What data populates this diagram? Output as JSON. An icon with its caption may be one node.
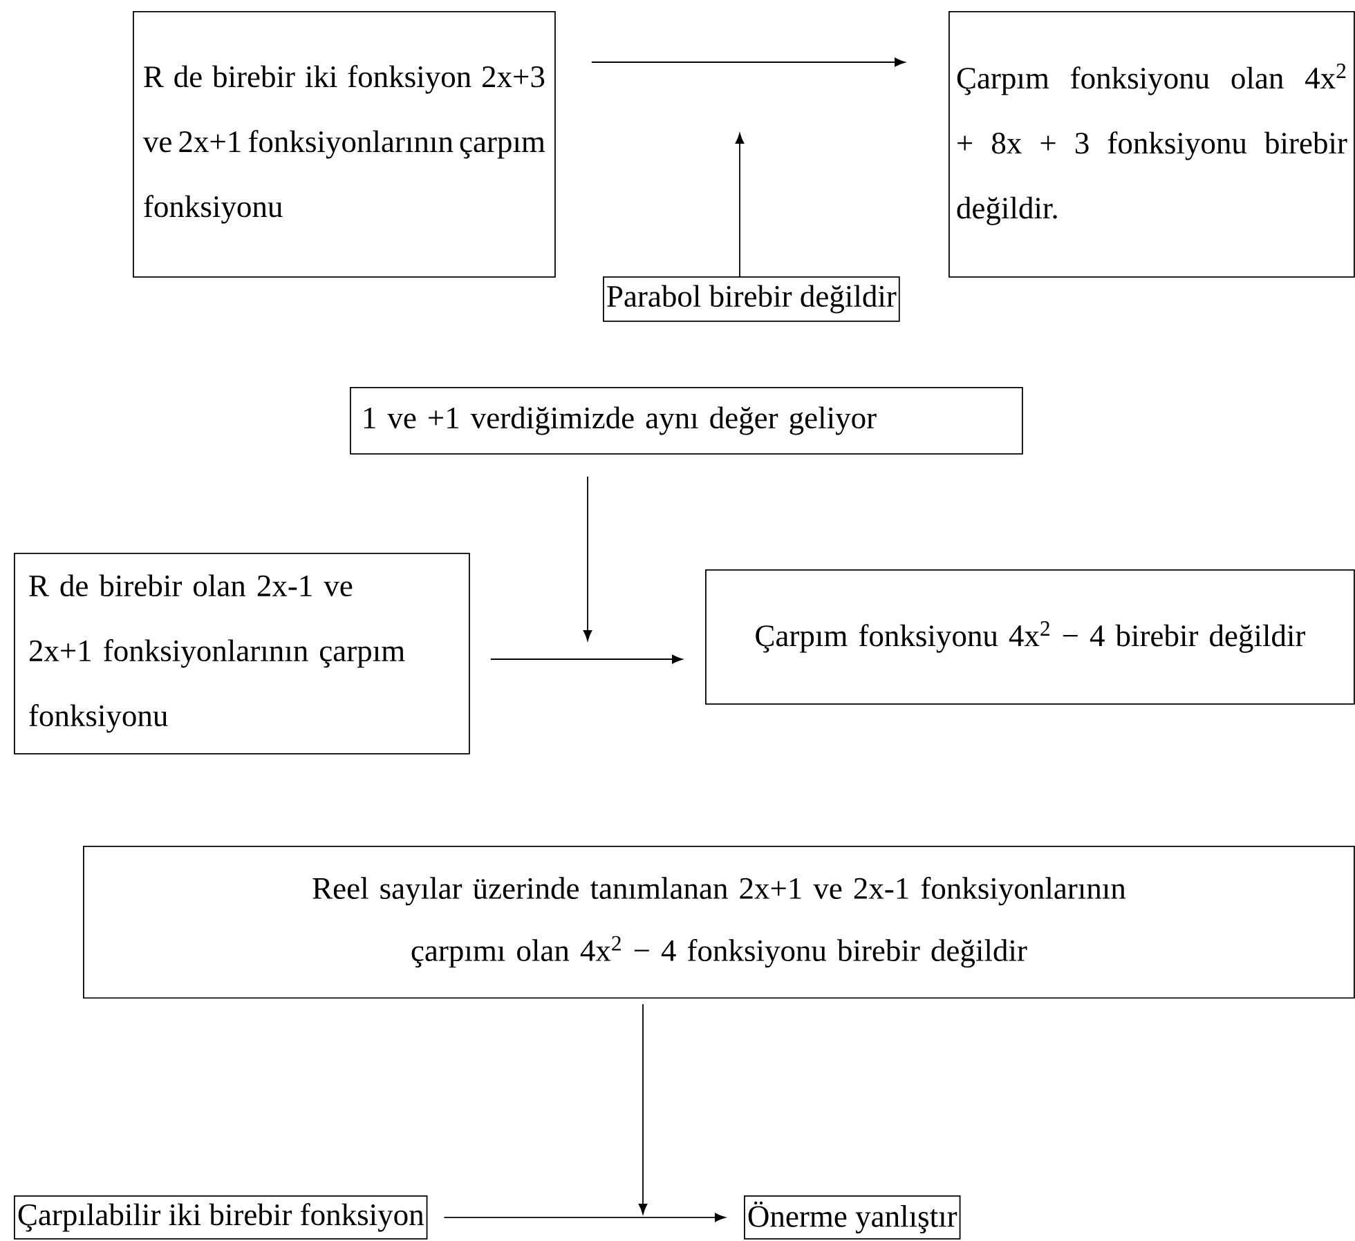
{
  "diagram": {
    "nodes": [
      {
        "text": [
          "R de birebir iki fonksiyon 2x+3 ve 2x+1 fonksiyonlarının çarpım fonksiyonu"
        ]
      },
      {
        "text": [
          "Çarpım fonksiyonu olan 4x$^{2}$ + 8x + 3 fonksiyonu birebir değildir."
        ]
      },
      {
        "text": [
          "Parabol birebir değildir"
        ]
      },
      {
        "text": [
          "1 ve +1 verdiğimizde aynı değer geliyor"
        ]
      },
      {
        "text": [
          "R de birebir olan 2x-1 ve 2x+1 fonksiyonlarının çarpım fonksiyonu"
        ]
      },
      {
        "text": [
          "Çarpım fonksiyonu 4x$^{2}$ − 4 birebir değildir"
        ]
      },
      {
        "text": [
          "Reel sayılar üzerinde tanımlanan 2x+1 ve 2x-1 fonksiyonlarının çarpımı olan 4x$^{2}$ − 4 fonksiyonu birebir değildir"
        ]
      },
      {
        "text": [
          "Çarpılabilir iki birebir fonksiyon"
        ]
      },
      {
        "text": [
          "Önerme yanlıştır"
        ]
      }
    ],
    "edges": [
      {
        "from": 0,
        "to": 1,
        "arrow": "to"
      },
      {
        "from": 2,
        "to": null,
        "arrow": "to"
      },
      {
        "from": 3,
        "to": null,
        "arrow": "to"
      },
      {
        "from": 4,
        "to": 5,
        "arrow": "to"
      },
      {
        "from": 6,
        "to": null,
        "arrow": "to"
      },
      {
        "from": 7,
        "to": 8,
        "arrow": "to"
      }
    ]
  }
}
